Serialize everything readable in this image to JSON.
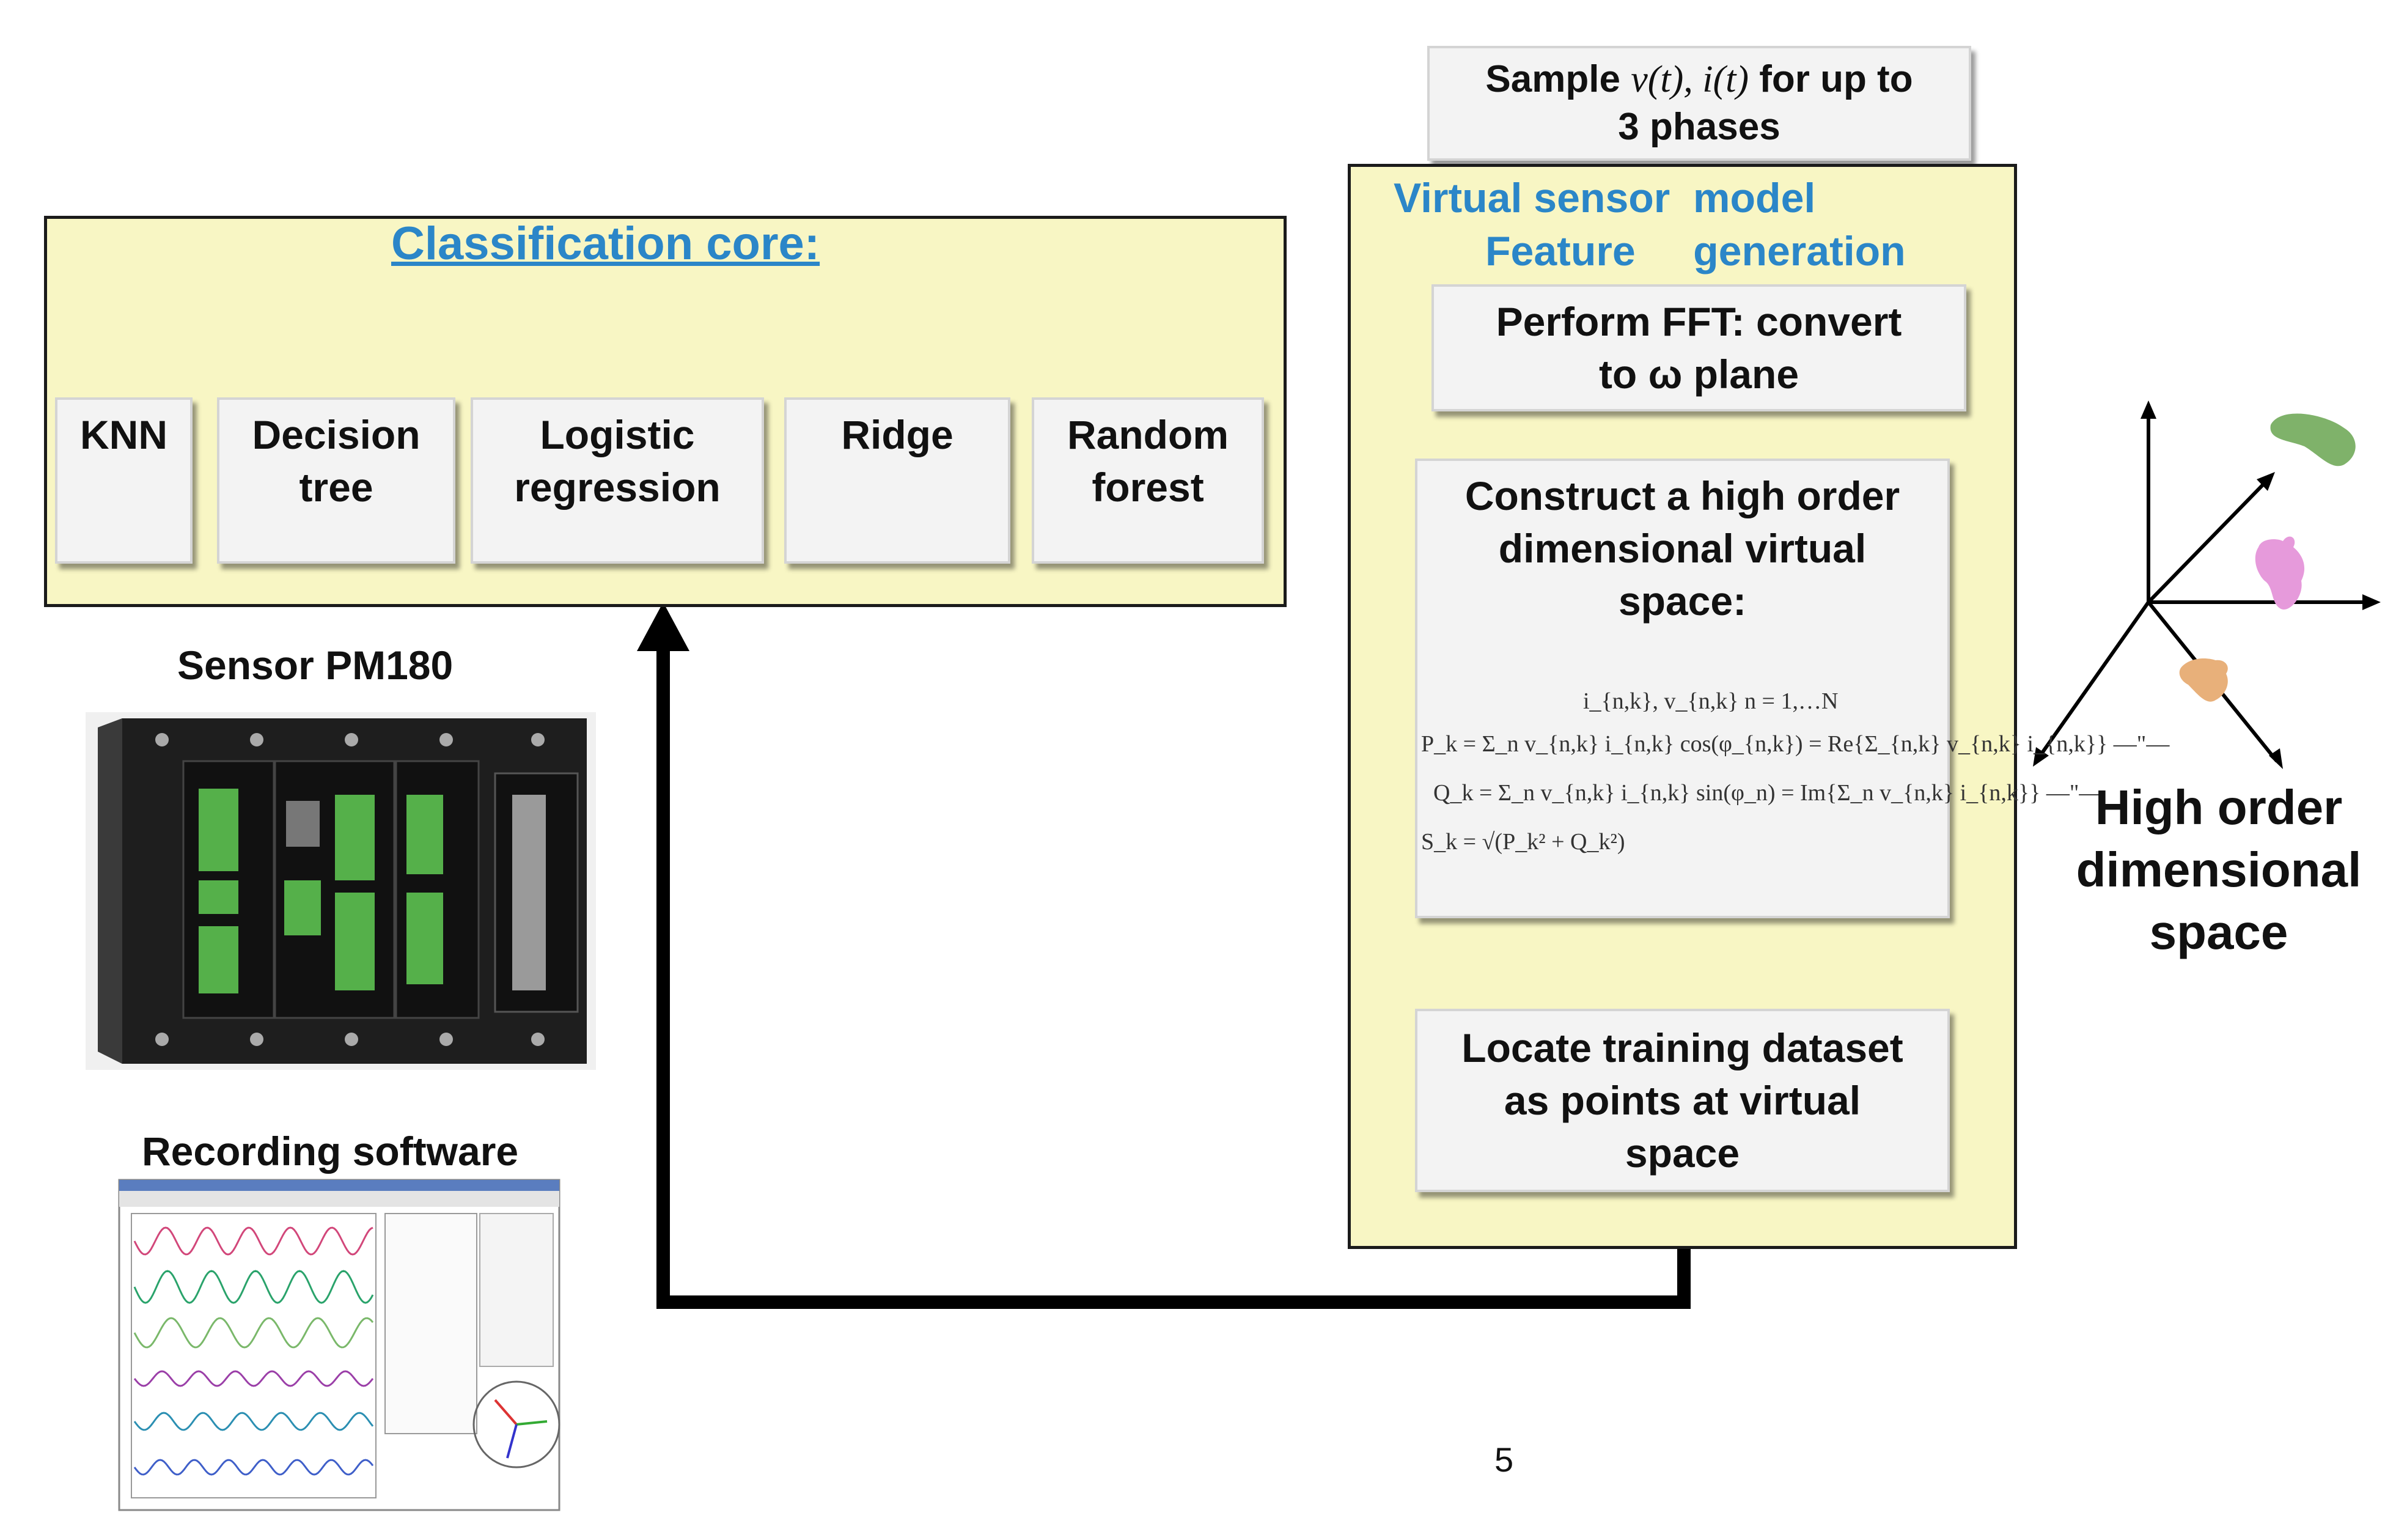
{
  "classification_core": {
    "title": "Classification core:",
    "algorithms": [
      {
        "lines": [
          "KNN"
        ]
      },
      {
        "lines": [
          "Decision",
          "tree"
        ]
      },
      {
        "lines": [
          "Logistic",
          "regression"
        ]
      },
      {
        "lines": [
          "Ridge"
        ]
      },
      {
        "lines": [
          "Random",
          "forest"
        ]
      }
    ]
  },
  "sample": {
    "prefix": "Sample ",
    "math": "v(t), i(t)",
    "suffix": " for up to",
    "line2": "3 phases"
  },
  "virtual_sensor": {
    "heading_line1": "Virtual sensor  model",
    "heading_line2": "Feature     generation",
    "steps": [
      {
        "lines": [
          "Perform FFT: convert",
          "to ω plane"
        ]
      },
      {
        "lines": [
          "Construct a high order",
          "dimensional virtual",
          "space:"
        ]
      },
      {
        "lines": [
          "Locate training dataset",
          "as points at virtual",
          "space"
        ]
      }
    ],
    "formulas": [
      "i_{n,k}, v_{n,k}    n = 1,…N",
      "P_k = Σ_n v_{n,k} i_{n,k} cos(φ_{n,k}) = Re{Σ_{n,k} v_{n,k} i_{n,k}}   —\"—",
      "Q_k = Σ_n v_{n,k} i_{n,k} sin(φ_n) = Im{Σ_n v_{n,k} i_{n,k}}   —\"—",
      "S_k = √(P_k² + Q_k²)"
    ]
  },
  "sensor": {
    "label": "Sensor PM180"
  },
  "software": {
    "label": "Recording software"
  },
  "space": {
    "lines": [
      "High order",
      "dimensional",
      "space"
    ]
  },
  "page_number": "5",
  "colors": {
    "panel_fill": "#f8f6c4",
    "accent_blue": "#2b86c8",
    "cluster_green": "#7fb26a",
    "cluster_pink": "#e69adb",
    "cluster_orange": "#e8b07a"
  }
}
